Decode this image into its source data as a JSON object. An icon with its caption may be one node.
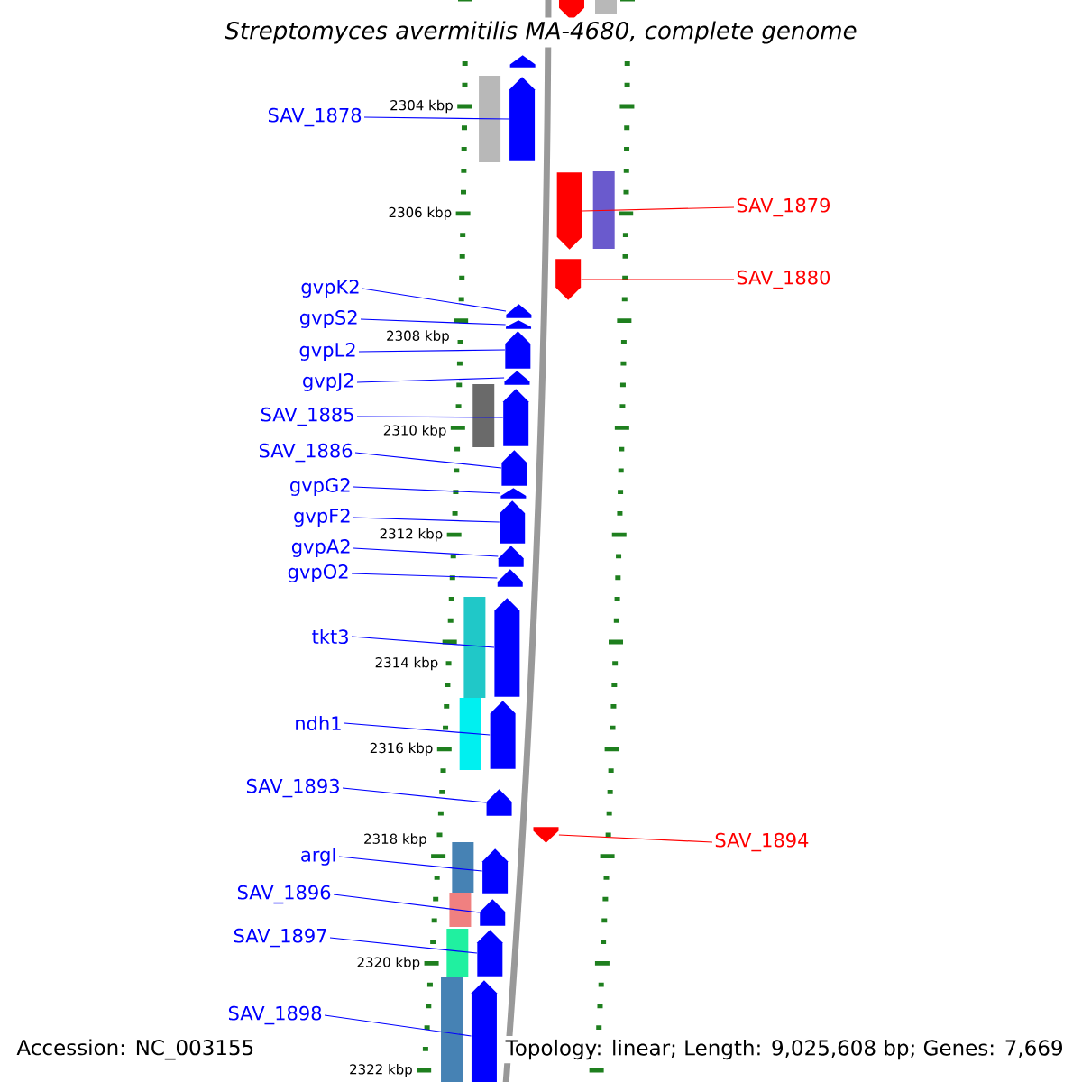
{
  "diagram": {
    "title": "Streptomyces avermitilis MA-4680, complete genome",
    "nodes": [
      {
        "text": [
          "SAV_1878"
        ]
      },
      {
        "text": [
          "SAV_1879"
        ]
      },
      {
        "text": [
          "SAV_1880"
        ]
      },
      {
        "text": [
          "gvpK2"
        ]
      },
      {
        "text": [
          "gvpS2"
        ]
      },
      {
        "text": [
          "gvpL2"
        ]
      },
      {
        "text": [
          "gvpJ2"
        ]
      },
      {
        "text": [
          "SAV_1885"
        ]
      },
      {
        "text": [
          "SAV_1886"
        ]
      },
      {
        "text": [
          "gvpG2"
        ]
      },
      {
        "text": [
          "gvpF2"
        ]
      },
      {
        "text": [
          "gvpA2"
        ]
      },
      {
        "text": [
          "gvpO2"
        ]
      },
      {
        "text": [
          "tkt3"
        ]
      },
      {
        "text": [
          "ndh1"
        ]
      },
      {
        "text": [
          "SAV_1893"
        ]
      },
      {
        "text": [
          "SAV_1894"
        ]
      },
      {
        "text": [
          "argI"
        ]
      },
      {
        "text": [
          "SAV_1896"
        ]
      },
      {
        "text": [
          "SAV_1897"
        ]
      },
      {
        "text": [
          "SAV_1898"
        ]
      },
      {
        "text": [],
        "shape": "pentagon"
      },
      {
        "text": [],
        "shape": "pentagon"
      },
      {
        "text": [],
        "shape": "pentagon"
      },
      {
        "text": [],
        "shape": "pentagon"
      },
      {
        "text": [],
        "shape": "pentagon"
      },
      {
        "text": [],
        "shape": "pentagon"
      },
      {
        "text": [],
        "shape": "pentagon"
      },
      {
        "text": [],
        "shape": "pentagon"
      },
      {
        "text": [],
        "shape": "pentagon"
      },
      {
        "text": [],
        "shape": "pentagon"
      },
      {
        "text": [],
        "shape": "pentagon"
      },
      {
        "text": [],
        "shape": "pentagon"
      },
      {
        "text": [],
        "shape": "pentagon"
      },
      {
        "text": [],
        "shape": "pentagon"
      },
      {
        "text": [],
        "shape": "pentagon"
      },
      {
        "text": [],
        "shape": "pentagon"
      },
      {
        "text": [],
        "shape": "pentagon"
      },
      {
        "text": [],
        "shape": "pentagon"
      },
      {
        "text": [],
        "shape": "pentagon"
      },
      {
        "text": [],
        "shape": "pentagon"
      },
      {
        "text": [],
        "shape": "pentagon"
      },
      {
        "text": [],
        "shape": "pentagon"
      },
      {
        "text": [],
        "shape": "pentagon"
      }
    ],
    "edges": [
      {
        "from": 0,
        "to": 23,
        "arrow": "none"
      },
      {
        "from": 1,
        "to": 24,
        "arrow": "none",
        "color": "#ff0000"
      },
      {
        "from": 2,
        "to": 25,
        "arrow": "none",
        "color": "#ff0000"
      },
      {
        "from": 3,
        "to": 26,
        "arrow": "none"
      },
      {
        "from": 4,
        "to": 27,
        "arrow": "none"
      },
      {
        "from": 5,
        "to": 28,
        "arrow": "none"
      },
      {
        "from": 6,
        "to": 29,
        "arrow": "none"
      },
      {
        "from": 7,
        "to": 30,
        "arrow": "none"
      },
      {
        "from": 8,
        "to": 31,
        "arrow": "none"
      },
      {
        "from": 9,
        "to": 32,
        "arrow": "none"
      },
      {
        "from": 10,
        "to": 33,
        "arrow": "none"
      },
      {
        "from": 11,
        "to": 34,
        "arrow": "none"
      },
      {
        "from": 12,
        "to": 35,
        "arrow": "none"
      },
      {
        "from": 13,
        "to": 36,
        "arrow": "none"
      },
      {
        "from": 14,
        "to": 37,
        "arrow": "none"
      },
      {
        "from": 15,
        "to": 38,
        "arrow": "none"
      },
      {
        "from": 16,
        "to": 39,
        "arrow": "none",
        "color": "#ff0000"
      },
      {
        "from": 17,
        "to": 40,
        "arrow": "none"
      },
      {
        "from": 18,
        "to": 41,
        "arrow": "none"
      },
      {
        "from": 19,
        "to": 42,
        "arrow": "none"
      },
      {
        "from": 20,
        "to": 43,
        "arrow": "none"
      }
    ],
    "labels": [
      "2304 kbp",
      "2306 kbp",
      "2308 kbp",
      "2310 kbp",
      "2312 kbp",
      "2314 kbp",
      "2316 kbp",
      "2318 kbp",
      "2320 kbp",
      "2322 kbp",
      "Accession: NC_003155",
      "Topology: linear; Length: 9,025,608 bp; Genes: 7,669"
    ]
  }
}
